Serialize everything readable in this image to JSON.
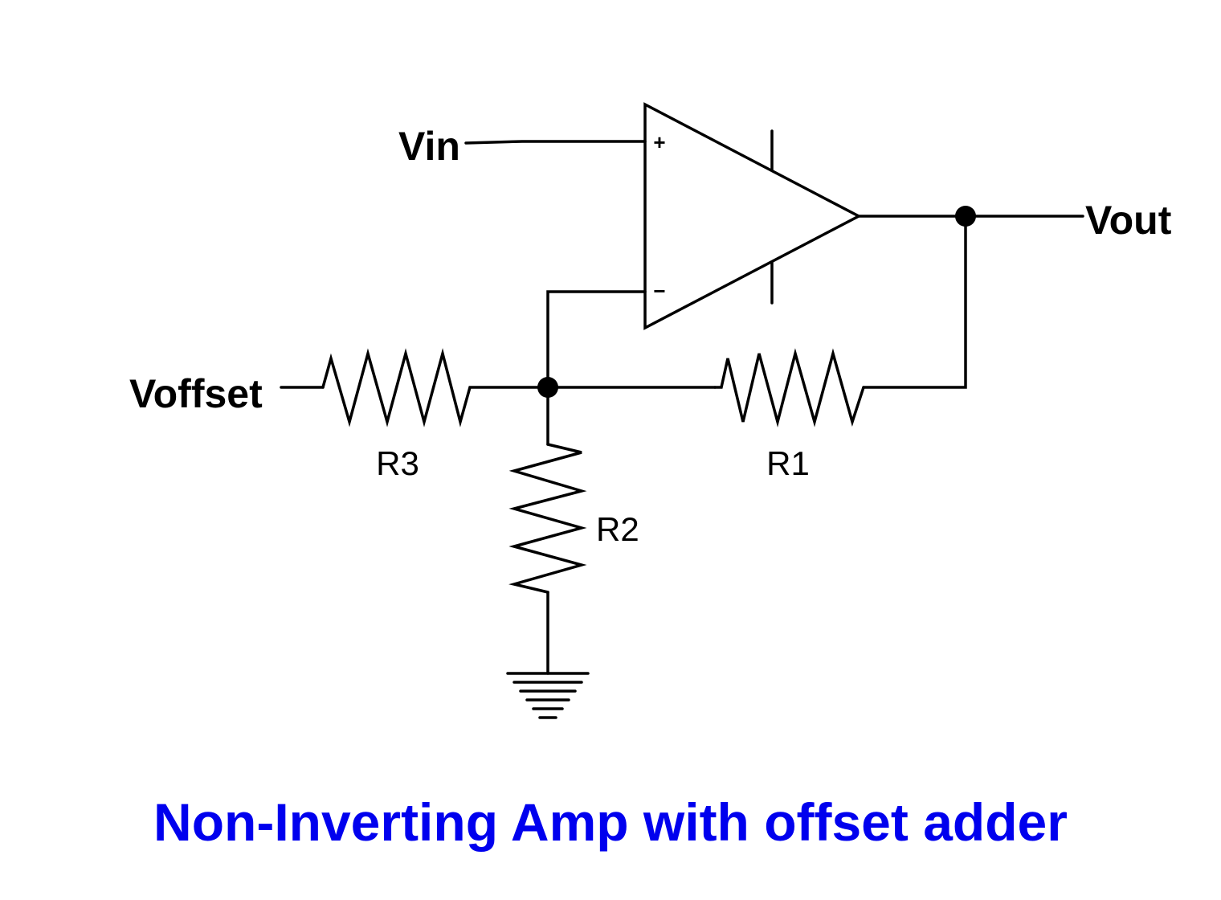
{
  "diagram": {
    "title": "Non-Inverting Amp with offset adder",
    "signals": {
      "input": "Vin",
      "output": "Vout",
      "offset": "Voffset"
    },
    "opamp": {
      "plus_sign": "+",
      "minus_sign": "−"
    },
    "resistors": {
      "r1": "R1",
      "r2": "R2",
      "r3": "R3"
    },
    "colors": {
      "title": "#0000ee",
      "wire": "#000000",
      "background": "#ffffff"
    }
  }
}
